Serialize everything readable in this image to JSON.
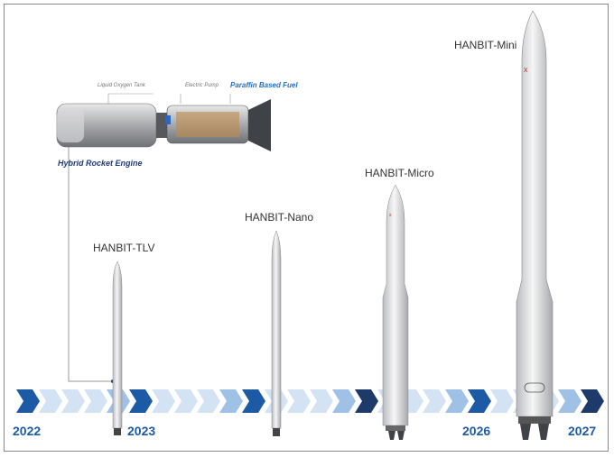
{
  "engine": {
    "tank_label": "Liquid Oxygen Tank",
    "pump_label": "Electric Pump",
    "fuel_label": "Paraffin Based Fuel",
    "engine_label": "Hybrid Rocket Engine"
  },
  "rockets": [
    {
      "name": "HANBIT-TLV"
    },
    {
      "name": "HANBIT-Nano"
    },
    {
      "name": "HANBIT-Micro"
    },
    {
      "name": "HANBIT-Mini"
    }
  ],
  "timeline": {
    "years": [
      "2022",
      "2023",
      "2026",
      "2027"
    ]
  },
  "colors": {
    "dark_chevron": "#1d5aa6",
    "navy_chevron": "#1e3a6b",
    "light_chevron": "#d4e3f4",
    "mid_chevron": "#9fc1e6",
    "fuel_text": "#1f6fd0"
  }
}
